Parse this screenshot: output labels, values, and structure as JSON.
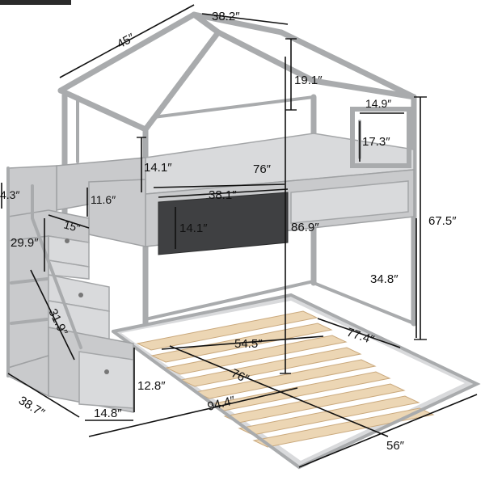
{
  "product": {
    "colors": {
      "frame": "#a9abad",
      "panel": "#c9cacc",
      "slat": "#ecd6b4",
      "chalkboard": "#3f4042",
      "dimension_text": "#111111"
    }
  },
  "dimensions": {
    "roof_depth": "45″",
    "roof_width": "38.2″",
    "roof_height": "19.1″",
    "window_width": "14.9″",
    "window_height": "17.3″",
    "guardrail_height": "14.1″",
    "top_bunk_length": "76″",
    "ladder_rail": "4.3″",
    "side_panel_height": "11.6″",
    "chalkboard_width": "38.1″",
    "chalkboard_height": "14.1″",
    "stair_step_depth": "15″",
    "stair_height": "29.9″",
    "stair_diagonal": "31.9″",
    "total_height": "67.5″",
    "top_bunk_overall_length": "86.9″",
    "under_bed_clearance": "34.8″",
    "bottom_slat_width": "54.5″",
    "bottom_bed_width": "77.4″",
    "bottom_bed_length": "76″",
    "floor_clearance": "12.8″",
    "stair_depth": "38.7″",
    "stair_width": "14.8″",
    "overall_length": "94.4″",
    "bottom_frame_width": "56″"
  }
}
